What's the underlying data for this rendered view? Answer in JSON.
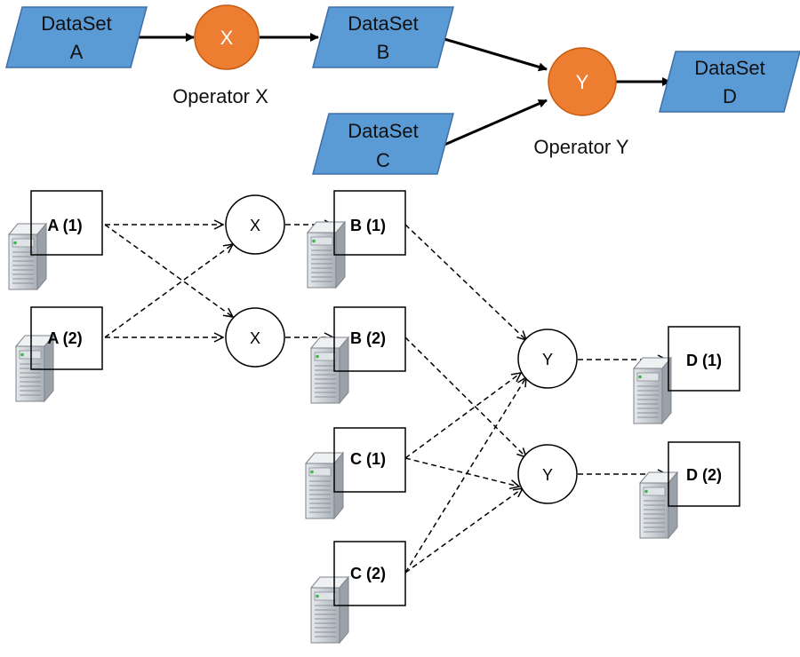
{
  "colors": {
    "dataset_fill": "#5b9bd5",
    "dataset_stroke": "#3f6fa8",
    "operator_fill": "#ed7d31",
    "operator_stroke": "#c55a11",
    "server_body": "#cfd4d9",
    "server_led": "#3cb44b"
  },
  "icons": {
    "server": "server-tower-icon"
  },
  "logical": {
    "datasets": {
      "a": {
        "line1": "DataSet",
        "line2": "A"
      },
      "b": {
        "line1": "DataSet",
        "line2": "B"
      },
      "c": {
        "line1": "DataSet",
        "line2": "C"
      },
      "d": {
        "line1": "DataSet",
        "line2": "D"
      }
    },
    "operators": {
      "x": {
        "letter": "X",
        "caption": "Operator X"
      },
      "y": {
        "letter": "Y",
        "caption": "Operator Y"
      }
    }
  },
  "physical": {
    "partitions": {
      "a1": "A (1)",
      "a2": "A (2)",
      "b1": "B (1)",
      "b2": "B (2)",
      "c1": "C (1)",
      "c2": "C (2)",
      "d1": "D (1)",
      "d2": "D (2)"
    },
    "operator_instances": {
      "x1": "X",
      "x2": "X",
      "y1": "Y",
      "y2": "Y"
    }
  }
}
